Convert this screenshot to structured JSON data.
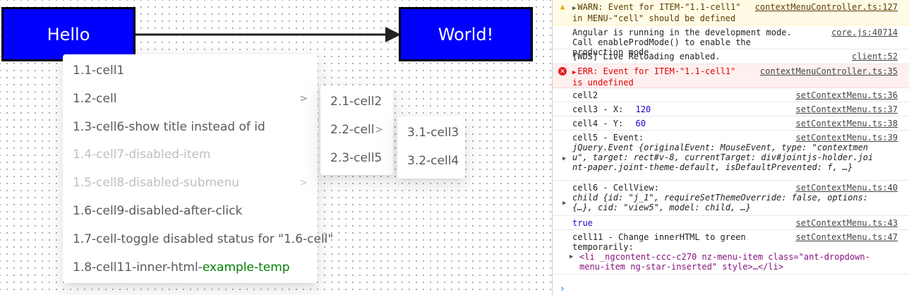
{
  "diagram": {
    "source_label": "Hello",
    "target_label": "World!",
    "node_color": "#0000ff"
  },
  "menu1": {
    "items": [
      {
        "label": "1.1-cell1"
      },
      {
        "label": "1.2-cell"
      },
      {
        "label": "1.3-cell6-show title instead of id"
      },
      {
        "label": "1.4-cell7-disabled-item"
      },
      {
        "label": "1.5-cell8-disabled-submenu"
      },
      {
        "label": "1.6-cell9-disabled-after-click"
      },
      {
        "label": "1.7-cell-toggle disabled status for \"1.6-cell\""
      },
      {
        "label": "1.8-cell11-inner-html-",
        "green": "example-temp"
      }
    ]
  },
  "menu2": {
    "items": [
      {
        "label": "2.1-cell2"
      },
      {
        "label": "2.2-cell"
      },
      {
        "label": "2.3-cell5"
      }
    ]
  },
  "menu3": {
    "items": [
      {
        "label": "3.1-cell3"
      },
      {
        "label": "3.2-cell4"
      }
    ]
  },
  "console": {
    "warn": {
      "text": "WARN: Event for ITEM-\"1.1-cell1\" in MENU-\"cell\" should be defined",
      "source": "contextMenuController.ts:127"
    },
    "angular": {
      "text": "Angular is running in the development mode. Call enableProdMode() to enable the production mode.",
      "source": "core.js:40714"
    },
    "wds": {
      "text": "[WDS] Live Reloading enabled.",
      "source": "client:52"
    },
    "err": {
      "text": "ERR: Event for ITEM-\"1.1-cell1\" is undefined",
      "source": "contextMenuController.ts:35"
    },
    "cell2": {
      "text": "cell2",
      "source": "setContextMenu.ts:36"
    },
    "cell3": {
      "text": "cell3 - X:",
      "value": "120",
      "source": "setContextMenu.ts:37"
    },
    "cell4": {
      "text": "cell4 - Y:",
      "value": "60",
      "source": "setContextMenu.ts:38"
    },
    "cell5": {
      "text": "cell5 - Event:",
      "source": "setContextMenu.ts:39",
      "obj": "jQuery.Event {originalEvent: MouseEvent, type: \"contextmenu\", target: rect#v-8, currentTarget: div#jointjs-holder.joint-paper.joint-theme-default, isDefaultPrevented: f, …}"
    },
    "cell6": {
      "text": "cell6 - CellView:",
      "source": "setContextMenu.ts:40",
      "obj": "child {id: \"j_1\", requireSetThemeOverride: false, options: {…}, cid: \"view5\", model: child, …}"
    },
    "true_log": {
      "text": "true",
      "source": "setContextMenu.ts:43"
    },
    "cell11": {
      "text": "cell11 - Change innerHTML to green temporarily:",
      "source": "setContextMenu.ts:47",
      "obj": "<li _ngcontent-ccc-c270 nz-menu-item class=\"ant-dropdown-menu-item ng-star-inserted\" style>…</li>"
    },
    "prompt": "›"
  }
}
